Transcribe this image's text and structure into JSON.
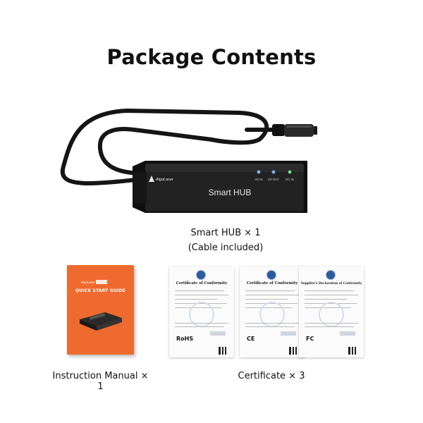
{
  "title": "Package Contents",
  "hub": {
    "brand": "AlgoLaser",
    "name": "Smart HUB",
    "leds": [
      {
        "label": "I/O IN",
        "color": "#7fb2ff"
      },
      {
        "label": "I/O OUT",
        "color": "#7fb2ff"
      },
      {
        "label": "DC IN",
        "color": "#6fe38a"
      }
    ]
  },
  "captions": {
    "hub_line1": "Smart HUB × 1",
    "hub_line2": "(Cable included)",
    "manual": "Instruction Manual × 1",
    "certificate": "Certificate × 3"
  },
  "manual": {
    "brand": "AlgoLaser",
    "heading": "QUICK START GUIDE"
  },
  "certificates": [
    {
      "title": "Certificate of Conformity",
      "mark": "RoHS"
    },
    {
      "title": "Certificate of Conformity",
      "mark": "CE"
    },
    {
      "title": "Supplier's Declaration of Conformity",
      "mark": "FC"
    }
  ],
  "colors": {
    "manual_orange": "#ef6a2e",
    "hub_body": "#1c1c1c",
    "led_blue": "#7fb2ff",
    "led_green": "#6fe38a"
  }
}
